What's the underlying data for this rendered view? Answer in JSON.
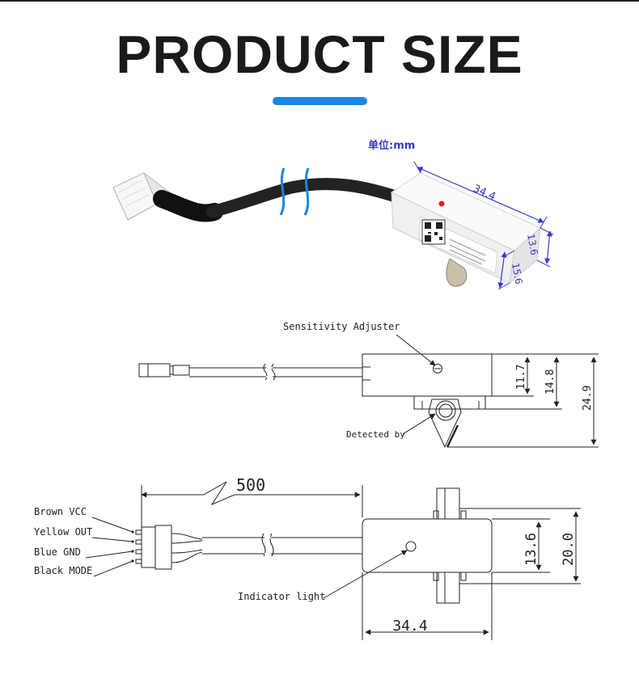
{
  "title": "PRODUCT SIZE",
  "colors": {
    "accent": "#1a86e0",
    "photo_dim": "#3838c8",
    "line": "#222222",
    "cable": "#2a2a2a",
    "body": "#f4f4f4"
  },
  "photo": {
    "unit_label": "单位:mm",
    "dims": {
      "length": "34.4",
      "height": "13.6",
      "depth": "15.6"
    }
  },
  "side_view": {
    "sensitivity_label": "Sensitivity Adjuster",
    "detected_label": "Detected by",
    "dims": {
      "a": "11.7",
      "b": "14.8",
      "c": "24.9"
    }
  },
  "top_view": {
    "cable_length": "500",
    "width": "34.4",
    "dims": {
      "inner": "13.6",
      "outer": "20.0"
    },
    "indicator_label": "Indicator light",
    "wires": [
      "Brown VCC",
      "Yellow OUT",
      "Blue GND",
      "Black MODE"
    ]
  }
}
